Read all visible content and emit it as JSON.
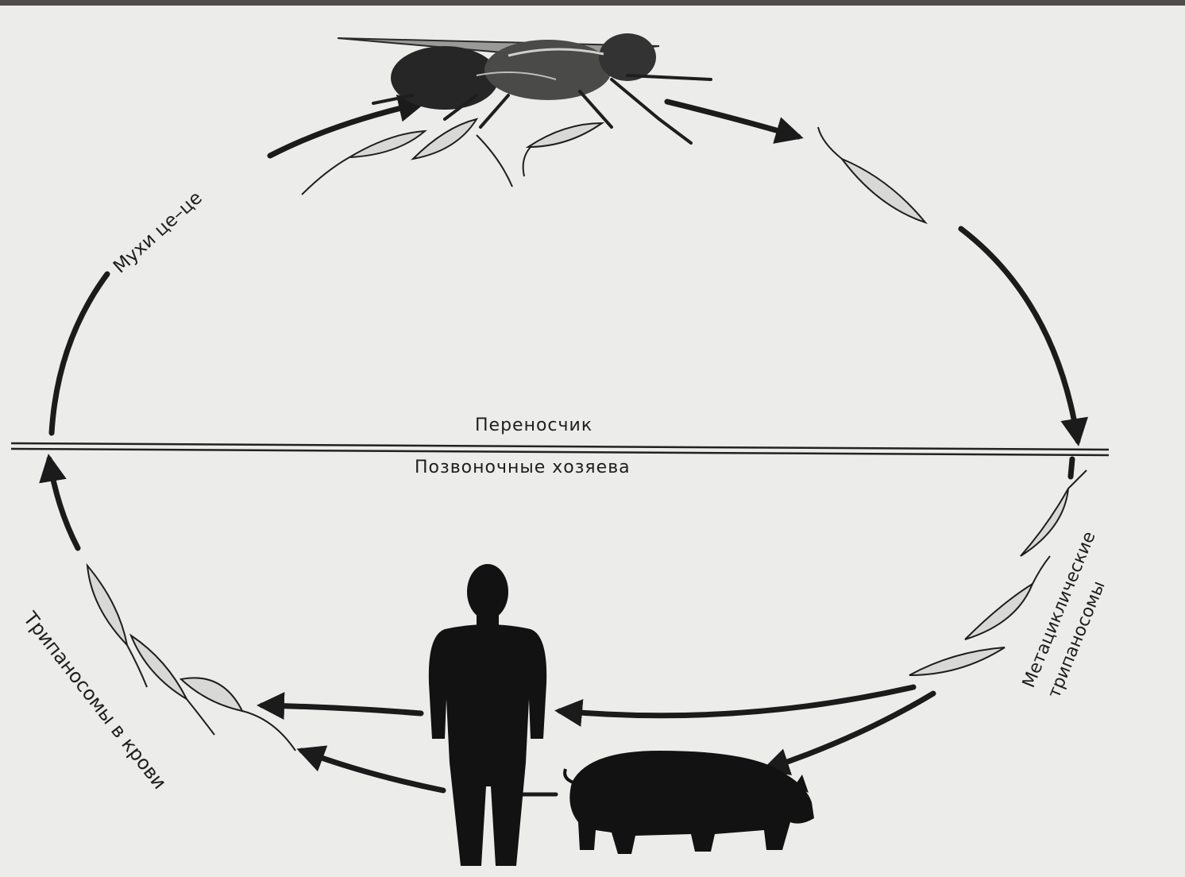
{
  "labels": {
    "vector": "Переносчик",
    "vertebrate_hosts": "Позвоночные хозяева",
    "tsetse_flies": "Мухи це–це",
    "blood_trypanosomes": "Трипаносомы в крови",
    "metacyclic_line1": "Метациклические",
    "metacyclic_line2": "трипаносомы"
  },
  "icons": [
    "tsetse-fly-icon",
    "trypanosome-icon",
    "human-silhouette-icon",
    "pig-silhouette-icon"
  ],
  "colors": {
    "background": "#ececeb",
    "ink": "#1b1b1b",
    "top_bar": "#4f4c4b"
  }
}
